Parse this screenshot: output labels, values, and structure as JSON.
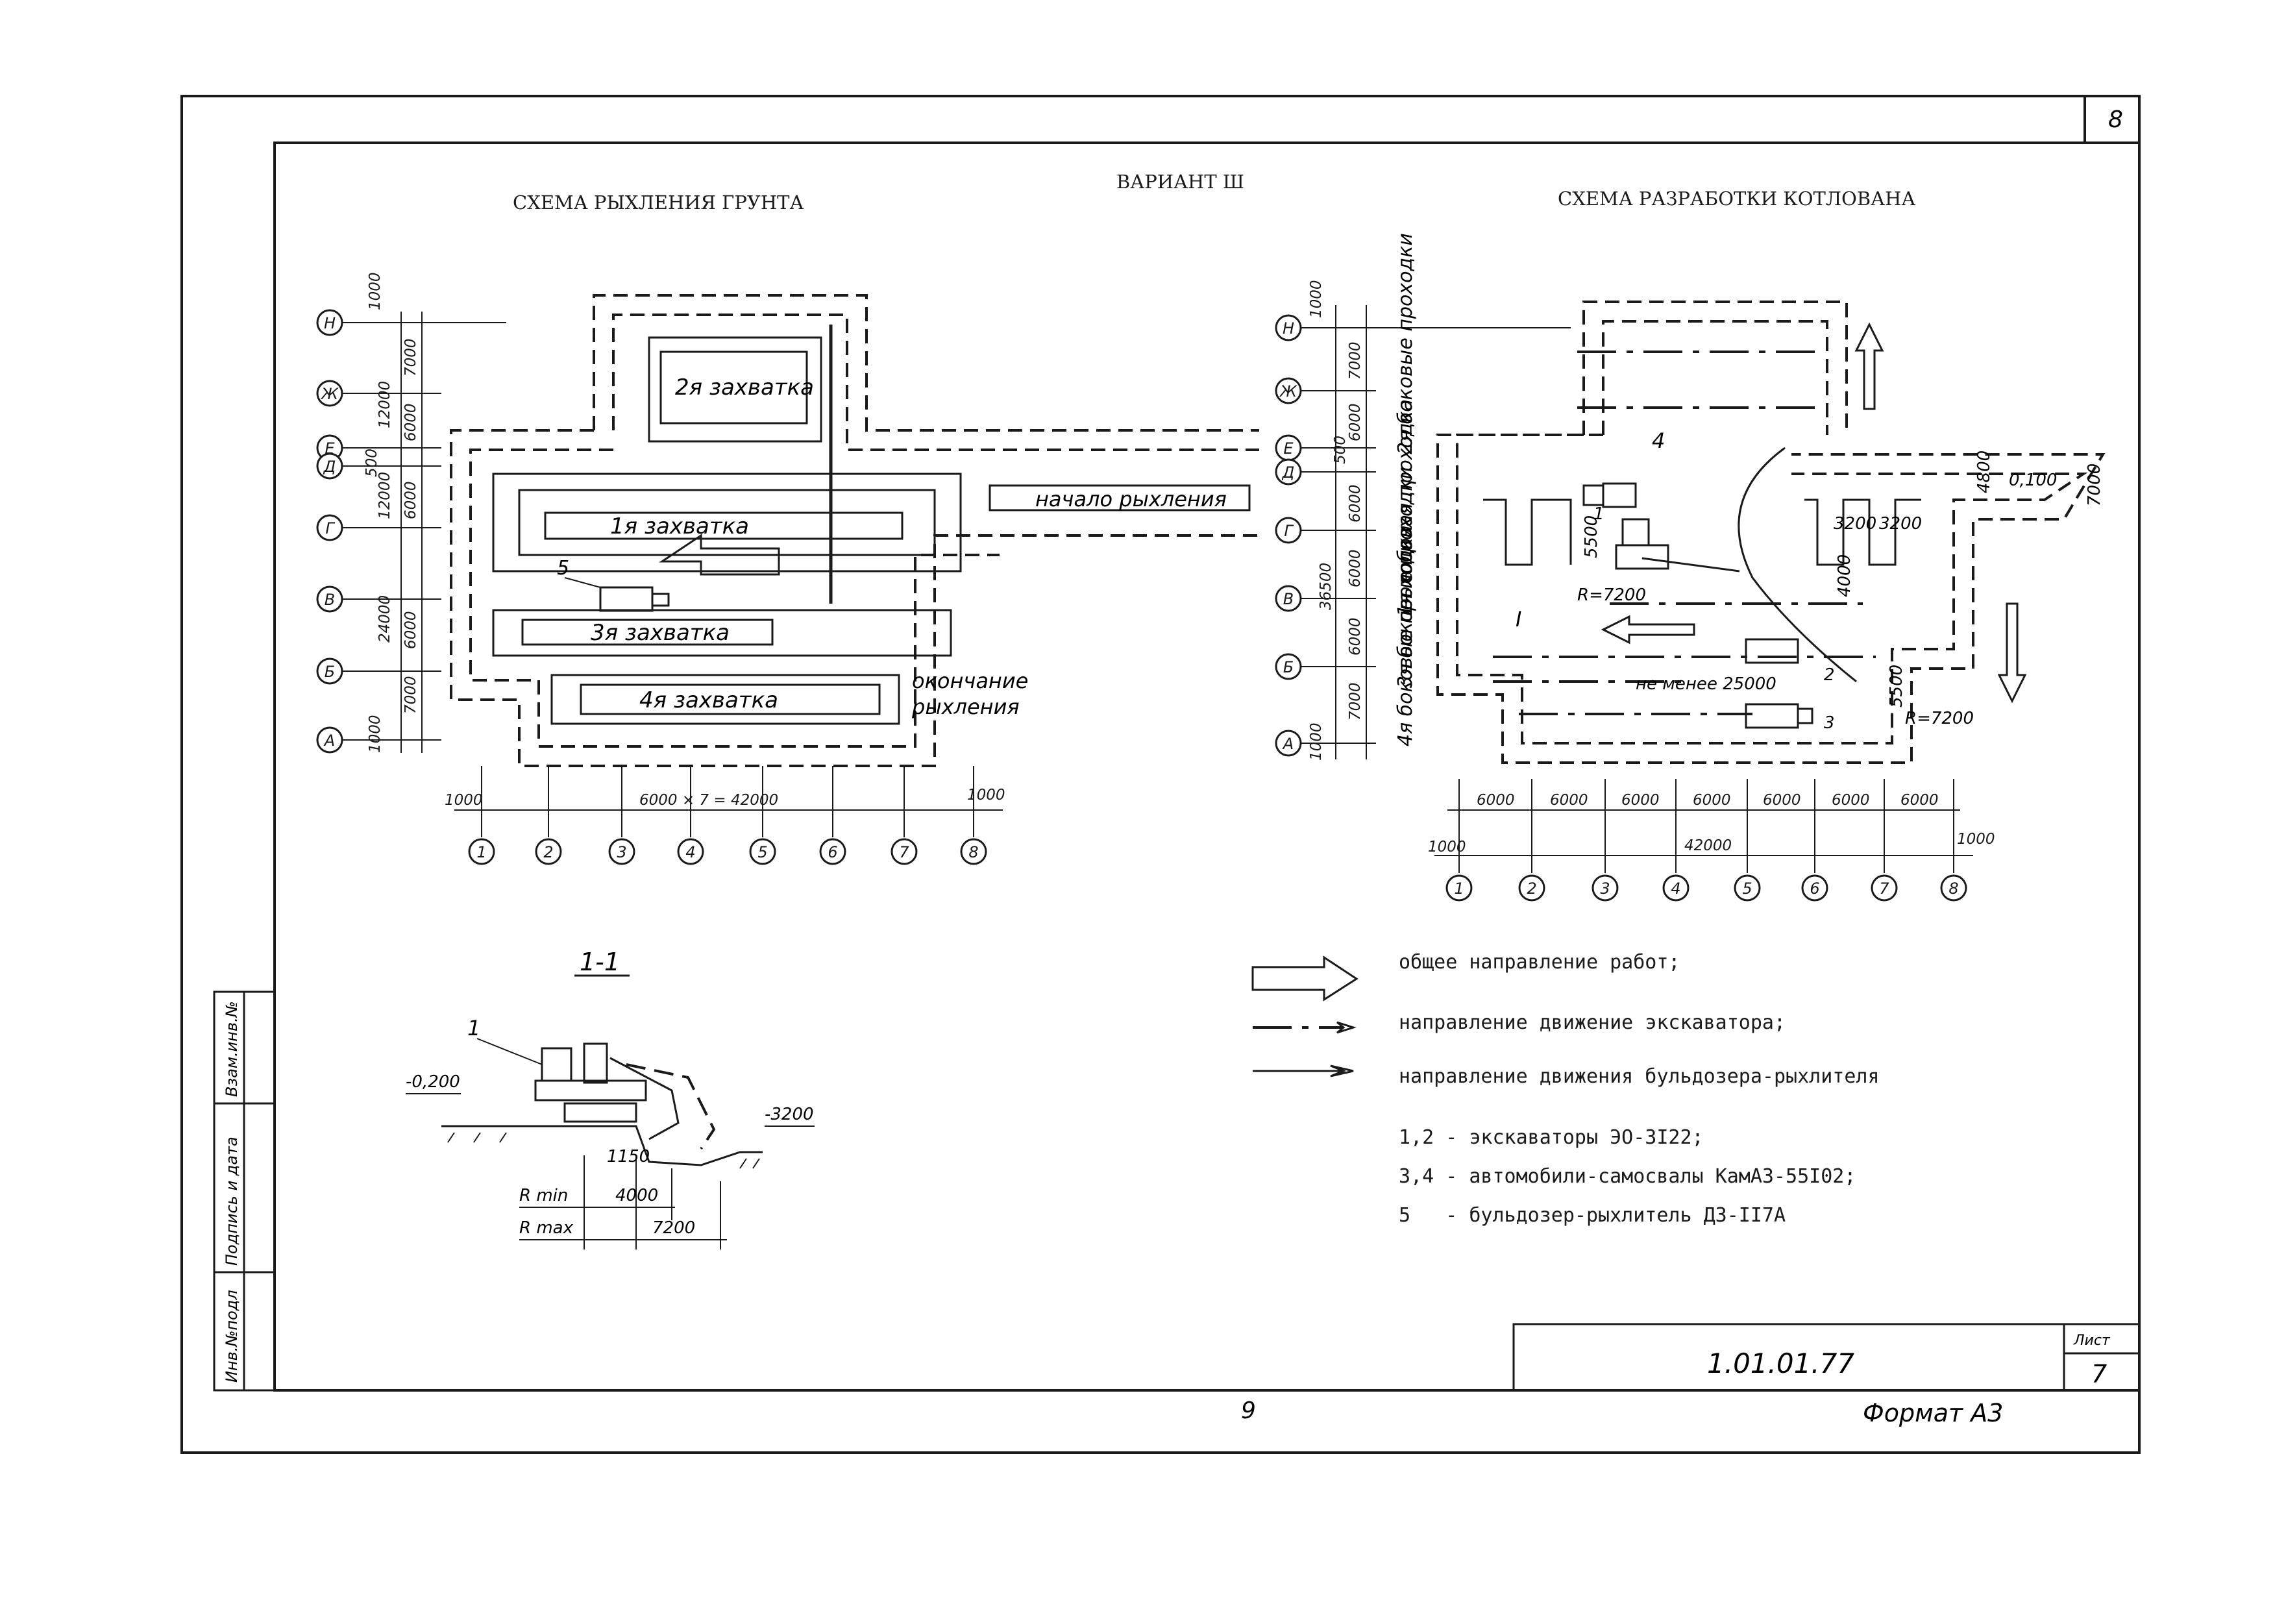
{
  "header": {
    "variant": "ВАРИАНТ Ш",
    "left_title": "СХЕМА РЫХЛЕНИЯ ГРУНТА",
    "right_title": "СХЕМА РАЗРАБОТКИ КОТЛОВАНА",
    "top_sheet_number": "8"
  },
  "axes": {
    "rows": [
      "Н",
      "Ж",
      "Е",
      "Д",
      "Г",
      "В",
      "Б",
      "А"
    ],
    "cols": [
      "1",
      "2",
      "3",
      "4",
      "5",
      "6",
      "7",
      "8"
    ]
  },
  "left_scheme": {
    "row_dims": [
      "1000",
      "7000",
      "6000",
      "500",
      "6000",
      "6000",
      "7000",
      "1000"
    ],
    "group_dims": [
      "12000",
      "12000",
      "24000"
    ],
    "zones": [
      "1я захватка",
      "2я захватка",
      "3я захватка",
      "4я захватка"
    ],
    "start_label": "начало рыхления",
    "end_label_1": "окончание",
    "end_label_2": "рыхления",
    "bulldozer_no": "5",
    "col_dims": [
      "1000",
      "6000 × 7 = 42000",
      "1000"
    ]
  },
  "right_scheme": {
    "row_dims": [
      "1000",
      "7000",
      "6000",
      "500",
      "6000",
      "6000",
      "6000",
      "7000",
      "1000"
    ],
    "total_dim": "36500",
    "passes": [
      "2я боковые проходки",
      "1я лобовая проходка",
      "3я боковые проходки",
      "4я боковые проходки"
    ],
    "labels": {
      "radius1": "R=7200",
      "radius2": "R=7200",
      "dim_5500_a": "5500",
      "dim_5500_b": "5500",
      "dim_4000": "4000",
      "dim_3200_a": "3200",
      "dim_3200_b": "3200",
      "min_dist": "не менее 25000",
      "level": "0,100",
      "dim_4800": "4800",
      "dim_7000": "7000",
      "sec_mark": "I",
      "n1": "1",
      "n2": "2",
      "n3": "3",
      "n4": "4"
    },
    "col_dims": [
      "6000",
      "6000",
      "6000",
      "6000",
      "6000",
      "6000",
      "6000"
    ],
    "total": "42000",
    "edge_dims": [
      "1000",
      "1000"
    ]
  },
  "section": {
    "title": "1-1",
    "excavator_no": "1",
    "level_top": "-0,200",
    "level_bottom": "-3200",
    "dim_150": "1150",
    "rmin_label": "R min",
    "rmin_val": "4000",
    "rmax_label": "R max",
    "rmax_val": "7200"
  },
  "legend": [
    {
      "symbol": "hollow-arrow",
      "text": "общее направление работ;"
    },
    {
      "symbol": "dash-dot-arrow",
      "text": "направление движение экскаватора;"
    },
    {
      "symbol": "solid-arrow",
      "text": "направление движения бульдозера-рыхлителя"
    }
  ],
  "notes": [
    "1,2 - экскаваторы ЭО-3I22;",
    "3,4 - автомобили-самосвалы КамАЗ-55I02;",
    "5   - бульдозер-рыхлитель ДЗ-II7А"
  ],
  "stamp": {
    "code": "1.01.01.77",
    "sheet_label": "Лист",
    "sheet_no": "7"
  },
  "side_stamp": [
    "Инв.№подл",
    "Подпись и дата",
    "Взам.инв.№"
  ],
  "footer": {
    "page": "9",
    "format": "Формат А3"
  }
}
